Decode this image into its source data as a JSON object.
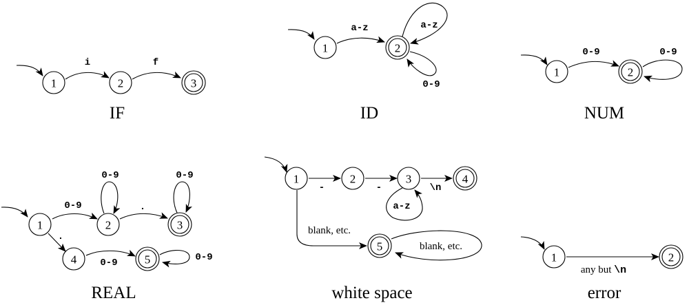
{
  "automata": [
    {
      "id": "if",
      "title": "IF",
      "states": [
        {
          "id": "1",
          "label": "1",
          "accepting": false,
          "start": true
        },
        {
          "id": "2",
          "label": "2",
          "accepting": false,
          "start": false
        },
        {
          "id": "3",
          "label": "3",
          "accepting": true,
          "start": false
        }
      ],
      "transitions": [
        {
          "from": "1",
          "to": "2",
          "label": "i",
          "style": "mono"
        },
        {
          "from": "2",
          "to": "3",
          "label": "f",
          "style": "mono"
        }
      ]
    },
    {
      "id": "id",
      "title": "ID",
      "states": [
        {
          "id": "1",
          "label": "1",
          "accepting": false,
          "start": true
        },
        {
          "id": "2",
          "label": "2",
          "accepting": true,
          "start": false
        }
      ],
      "transitions": [
        {
          "from": "1",
          "to": "2",
          "label": "a-z",
          "style": "mono"
        },
        {
          "from": "2",
          "to": "2",
          "label": "a-z",
          "style": "mono"
        },
        {
          "from": "2",
          "to": "2",
          "label": "0-9",
          "style": "mono"
        }
      ]
    },
    {
      "id": "num",
      "title": "NUM",
      "states": [
        {
          "id": "1",
          "label": "1",
          "accepting": false,
          "start": true
        },
        {
          "id": "2",
          "label": "2",
          "accepting": true,
          "start": false
        }
      ],
      "transitions": [
        {
          "from": "1",
          "to": "2",
          "label": "0-9",
          "style": "mono"
        },
        {
          "from": "2",
          "to": "2",
          "label": "0-9",
          "style": "mono"
        }
      ]
    },
    {
      "id": "real",
      "title": "REAL",
      "states": [
        {
          "id": "1",
          "label": "1",
          "accepting": false,
          "start": true
        },
        {
          "id": "2",
          "label": "2",
          "accepting": false,
          "start": false
        },
        {
          "id": "3",
          "label": "3",
          "accepting": true,
          "start": false
        },
        {
          "id": "4",
          "label": "4",
          "accepting": false,
          "start": false
        },
        {
          "id": "5",
          "label": "5",
          "accepting": true,
          "start": false
        }
      ],
      "transitions": [
        {
          "from": "1",
          "to": "2",
          "label": "0-9",
          "style": "mono"
        },
        {
          "from": "2",
          "to": "2",
          "label": "0-9",
          "style": "mono"
        },
        {
          "from": "2",
          "to": "3",
          "label": ".",
          "style": "mono"
        },
        {
          "from": "3",
          "to": "3",
          "label": "0-9",
          "style": "mono"
        },
        {
          "from": "1",
          "to": "4",
          "label": ".",
          "style": "mono"
        },
        {
          "from": "4",
          "to": "5",
          "label": "0-9",
          "style": "mono"
        },
        {
          "from": "5",
          "to": "5",
          "label": "0-9",
          "style": "mono"
        }
      ]
    },
    {
      "id": "whitespace",
      "title": "white space",
      "states": [
        {
          "id": "1",
          "label": "1",
          "accepting": false,
          "start": true
        },
        {
          "id": "2",
          "label": "2",
          "accepting": false,
          "start": false
        },
        {
          "id": "3",
          "label": "3",
          "accepting": false,
          "start": false
        },
        {
          "id": "4",
          "label": "4",
          "accepting": true,
          "start": false
        },
        {
          "id": "5",
          "label": "5",
          "accepting": true,
          "start": false
        }
      ],
      "transitions": [
        {
          "from": "1",
          "to": "2",
          "label": "-",
          "style": "mono"
        },
        {
          "from": "2",
          "to": "3",
          "label": "-",
          "style": "mono"
        },
        {
          "from": "3",
          "to": "3",
          "label": "a-z",
          "style": "mono"
        },
        {
          "from": "3",
          "to": "4",
          "label": "\\n",
          "style": "mono"
        },
        {
          "from": "1",
          "to": "5",
          "label": "blank, etc.",
          "style": "serif"
        },
        {
          "from": "5",
          "to": "5",
          "label": "blank, etc.",
          "style": "serif"
        }
      ]
    },
    {
      "id": "error",
      "title": "error",
      "states": [
        {
          "id": "1",
          "label": "1",
          "accepting": false,
          "start": true
        },
        {
          "id": "2",
          "label": "2",
          "accepting": true,
          "start": false
        }
      ],
      "transitions": [
        {
          "from": "1",
          "to": "2",
          "label_prefix": "any but ",
          "label_code": "\\n",
          "style": "mixed"
        }
      ]
    }
  ]
}
